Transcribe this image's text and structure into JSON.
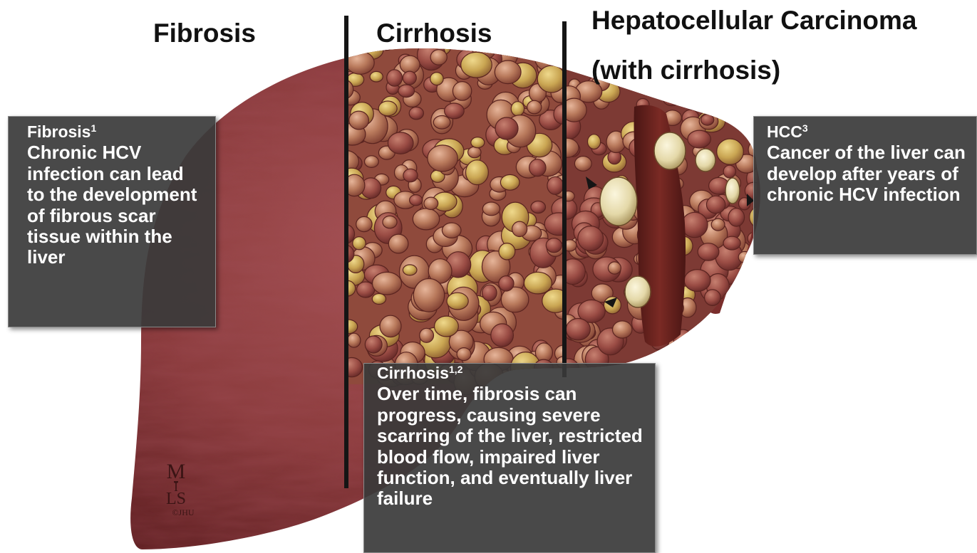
{
  "headings": {
    "fibrosis": "Fibrosis",
    "cirrhosis": "Cirrhosis",
    "hcc_line1": "Hepatocellular Carcinoma",
    "hcc_line2": "(with cirrhosis)"
  },
  "boxes": {
    "fibrosis": {
      "title": "Fibrosis",
      "ref": "1",
      "body": "Chronic HCV infection can lead to the development of fibrous scar tissue within the liver"
    },
    "cirrhosis": {
      "title": "Cirrhosis",
      "ref": "1,2",
      "body": "Over time, fibrosis can progress, causing severe scarring of the liver, restricted blood flow, impaired liver function, and eventually liver failure"
    },
    "hcc": {
      "title": "HCC",
      "ref": "3",
      "body": "Cancer of the liver can develop after years of chronic HCV infection"
    }
  },
  "watermark": {
    "line1": "M",
    "line2": "I",
    "line3": "LS",
    "line4": "©JHU"
  },
  "colors": {
    "liver_base": "#8c3c3e",
    "liver_dark": "#5e1f22",
    "nodule": "#b87a5e",
    "nodule_yellow": "#c9a552",
    "tumor": "#e8dfb8",
    "box_bg": "#3a3a3a",
    "text": "#111111"
  }
}
